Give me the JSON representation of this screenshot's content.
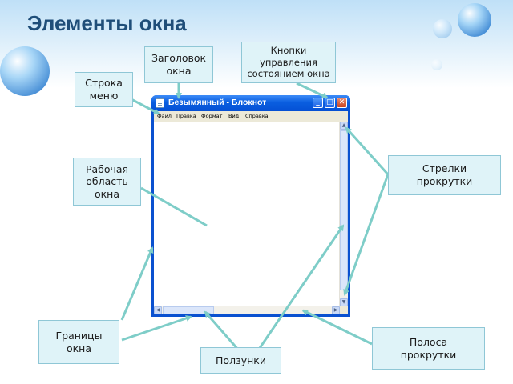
{
  "slide": {
    "title": "Элементы окна"
  },
  "callouts": {
    "title_bar": "Заголовок\nокна",
    "window_controls": "Кнопки\nуправления\nсостоянием окна",
    "menu_bar": "Строка\nменю",
    "work_area": "Рабочая\nобласть\nокна",
    "scroll_arrows": "Стрелки\nпрокрутки",
    "window_borders": "Границы\nокна",
    "sliders": "Ползунки",
    "scrollbar": "Полоса\nпрокрутки"
  },
  "notepad": {
    "title": "Безымянный - Блокнот",
    "menu": [
      "Файл",
      "Правка",
      "Формат",
      "Вид",
      "Справка"
    ],
    "controls": {
      "minimize": "_",
      "maximize": "□",
      "close": "✕"
    },
    "arrows": {
      "up": "▲",
      "down": "▼",
      "left": "◀",
      "right": "▶"
    }
  },
  "colors": {
    "title_text": "#1f4e79",
    "callout_fill": "#dff3f8",
    "arrow": "#7ecdc8",
    "window_frame": "#0a51d0"
  }
}
